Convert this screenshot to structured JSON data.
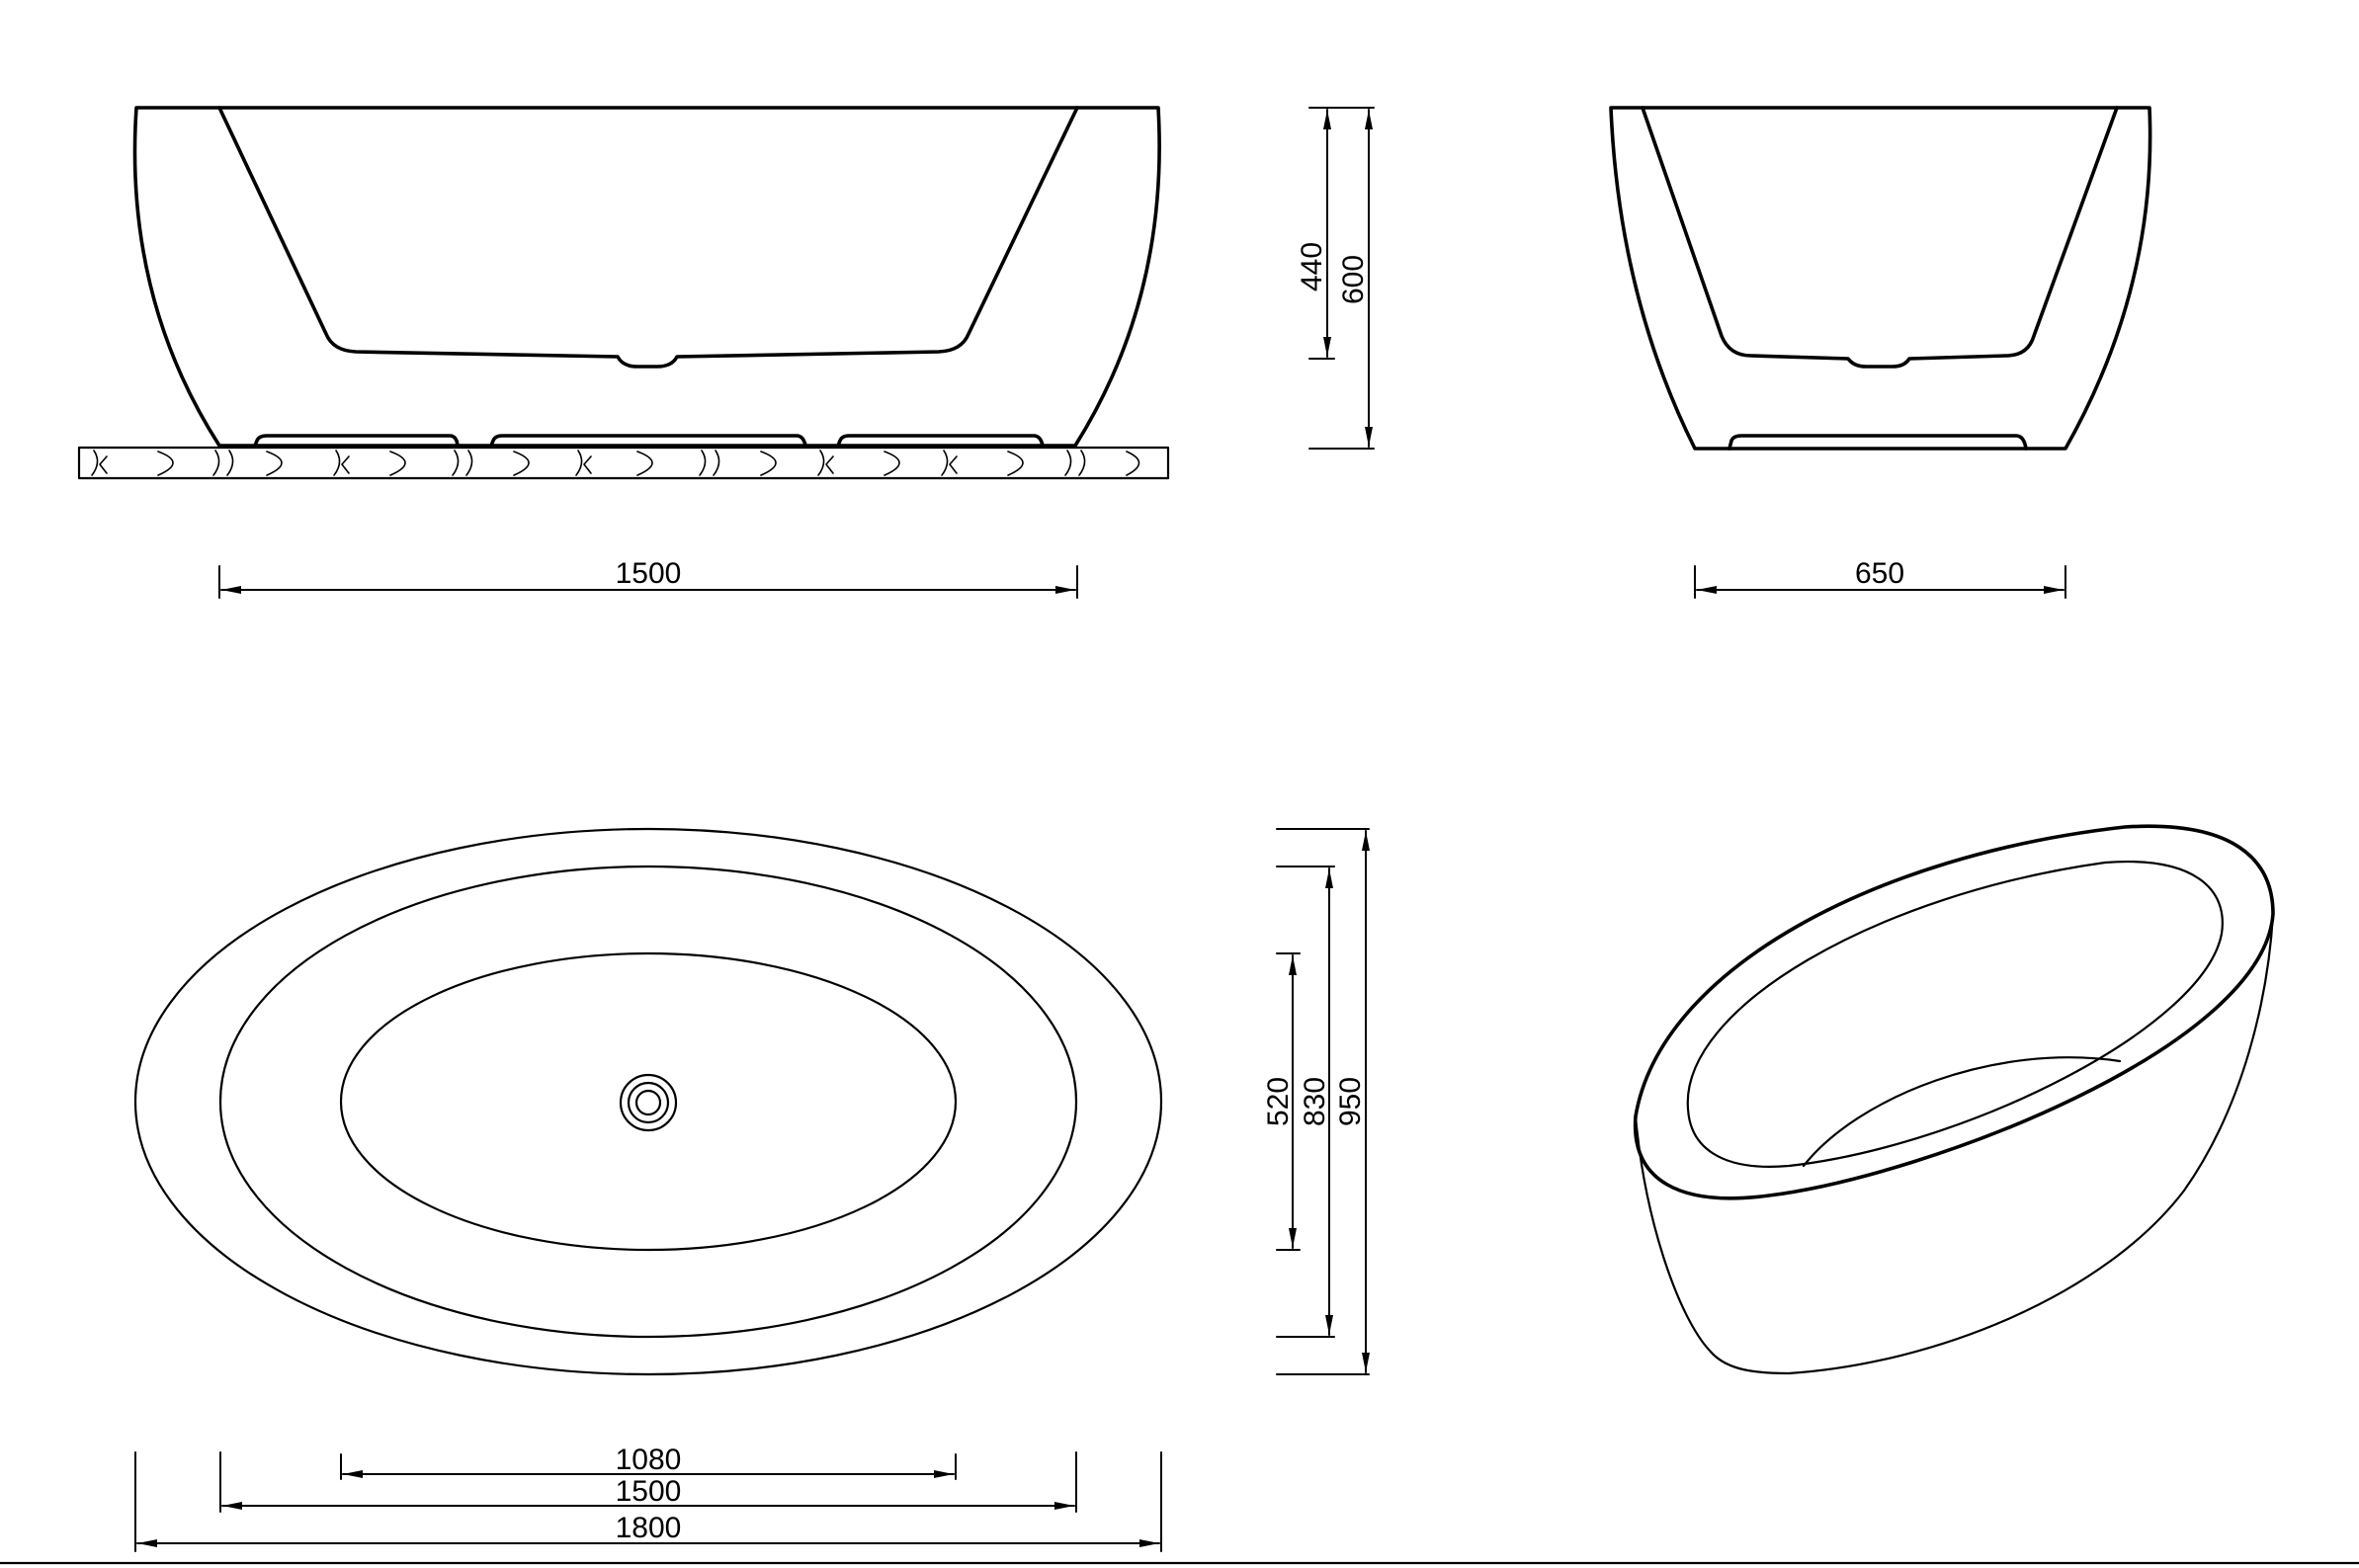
{
  "colors": {
    "line": "#000000",
    "background": "#ffffff"
  },
  "views": {
    "front": {
      "width_label": "1500"
    },
    "side": {
      "width_label": "650",
      "inner_depth_label": "440",
      "height_label": "600"
    },
    "top": {
      "inner_width_label": "520",
      "mid_width_label": "830",
      "outer_width_label": "950",
      "inner_length_label": "1080",
      "mid_length_label": "1500",
      "outer_length_label": "1800"
    }
  }
}
